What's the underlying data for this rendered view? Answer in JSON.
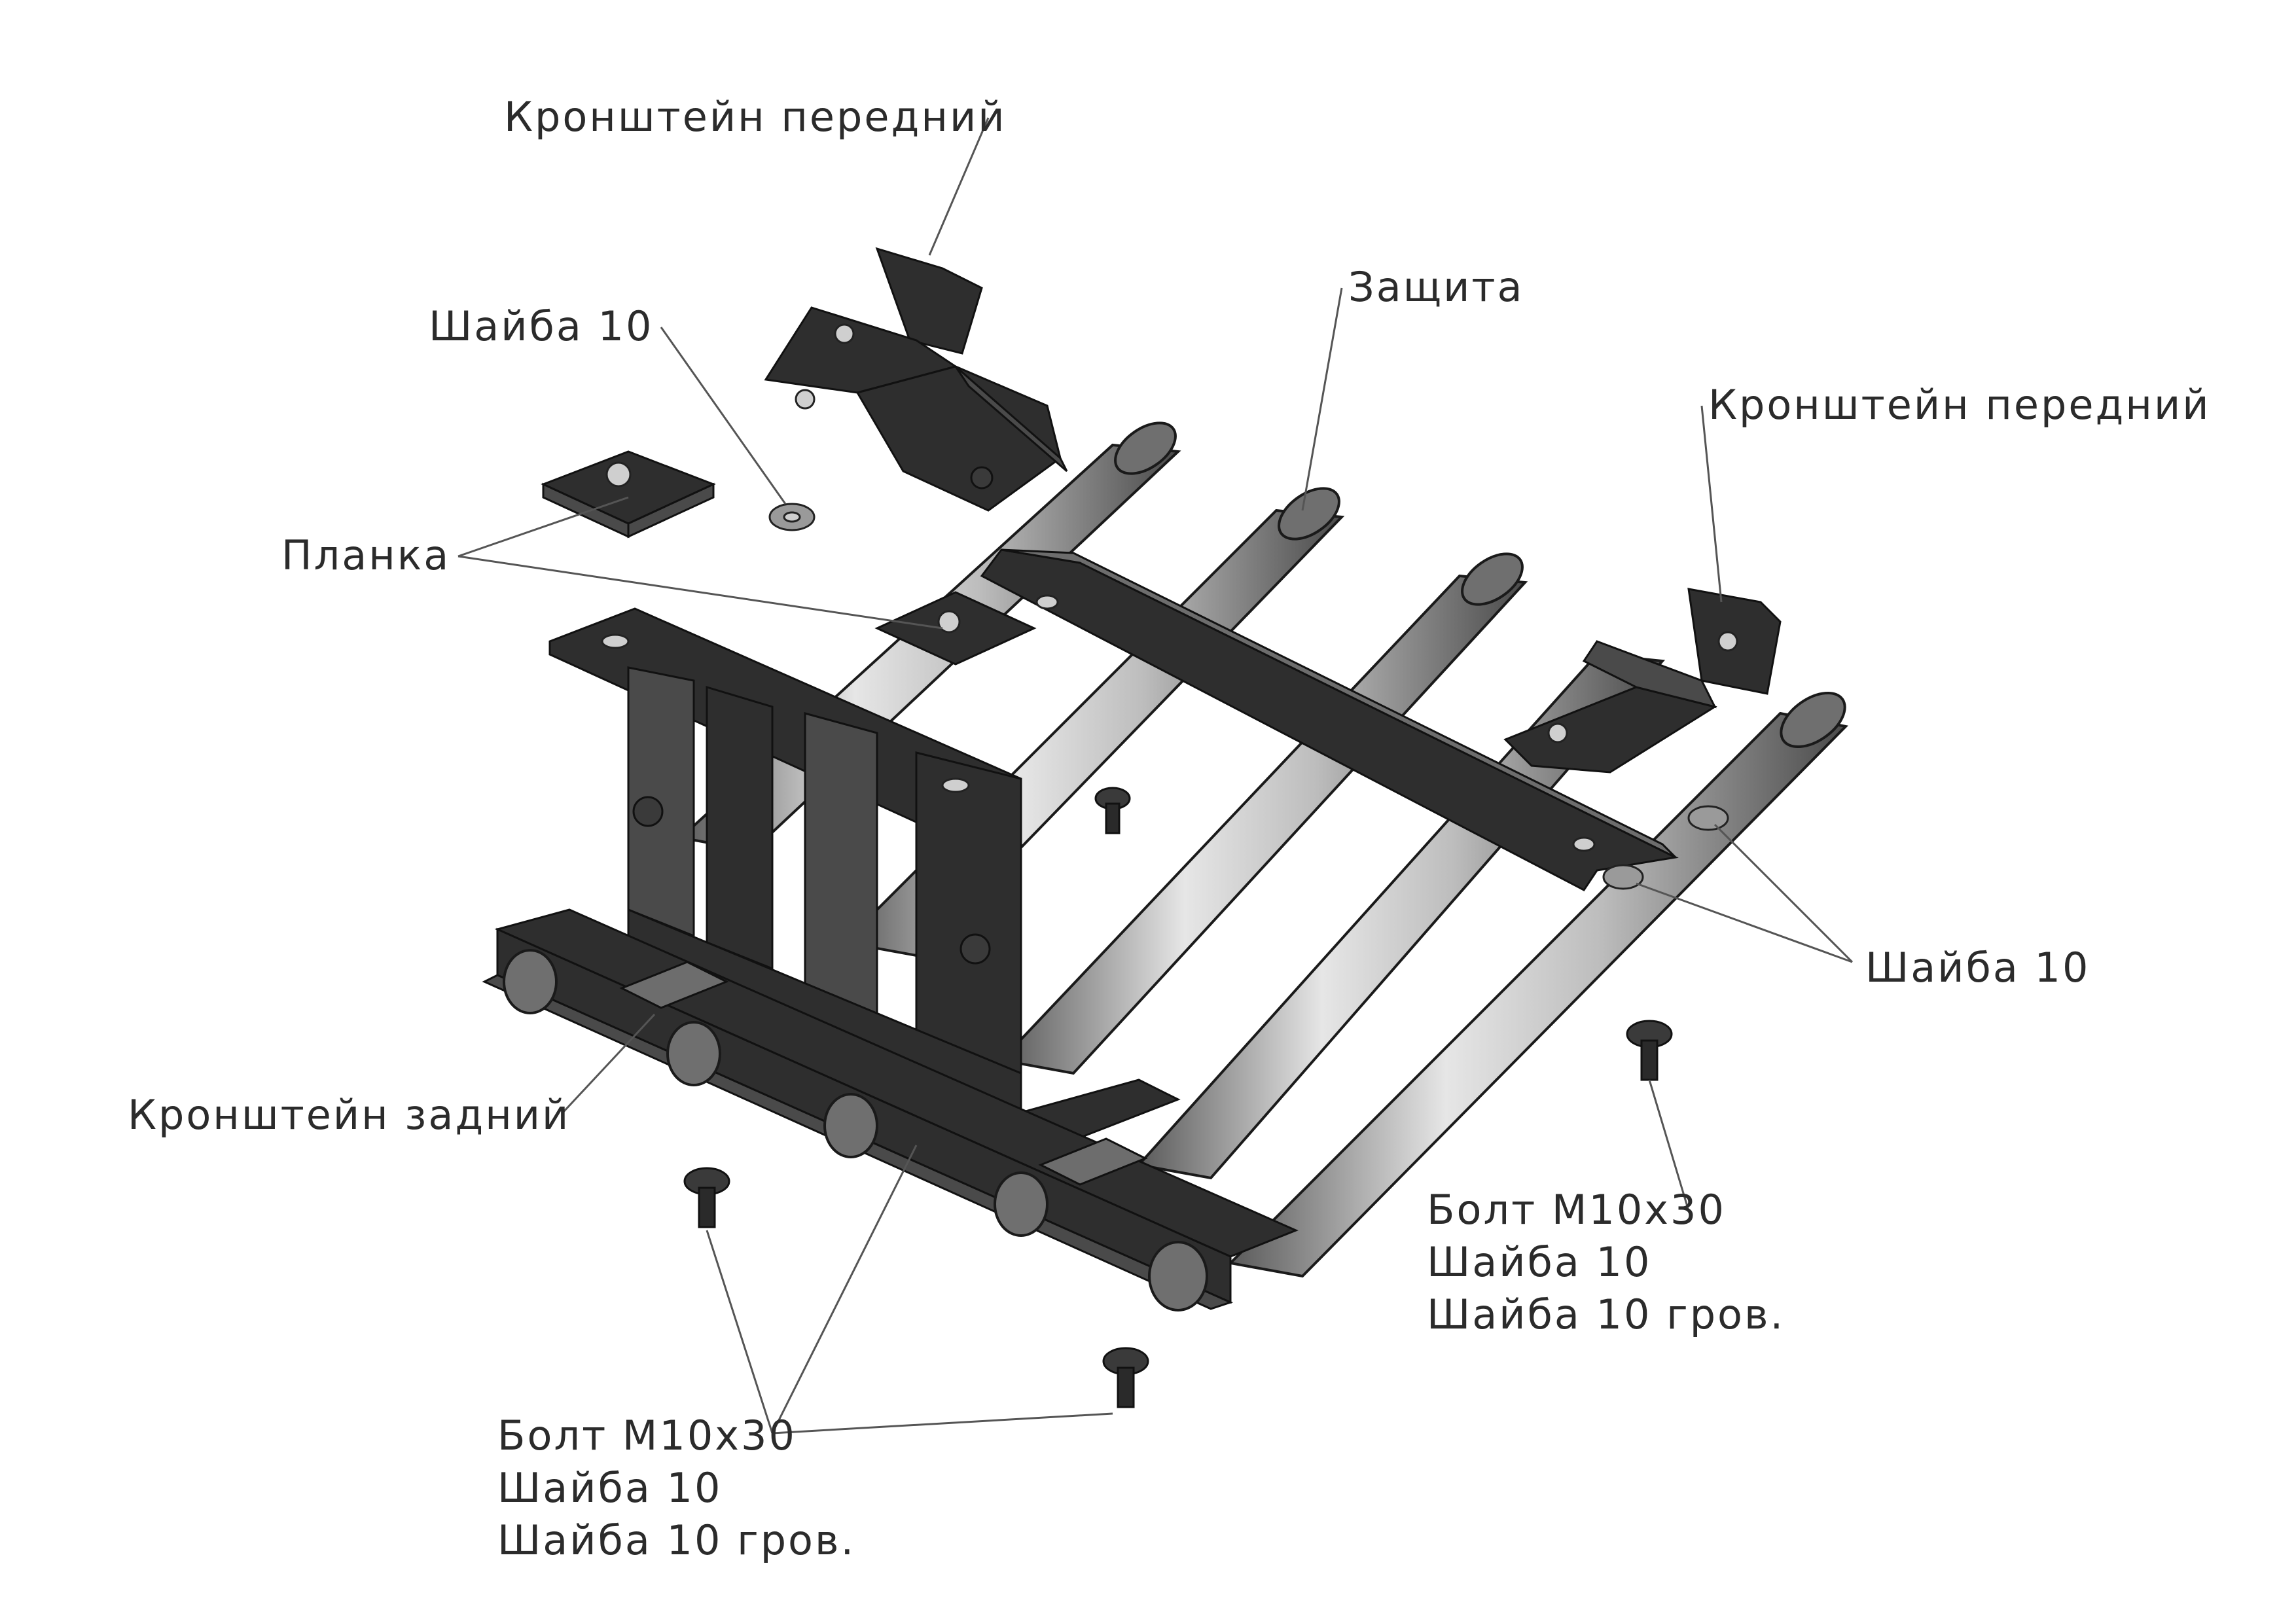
{
  "labels": {
    "bracket_front_left": "Кронштейн передний",
    "washer_top_left": "Шайба 10",
    "guard": "Защита",
    "bracket_front_right": "Кронштейн передний",
    "plate": "Планка",
    "washer_right": "Шайба 10",
    "bracket_rear": "Кронштейн задний",
    "fastener_right": {
      "line1": "Болт М10х30",
      "line2": "Шайба 10",
      "line3": "Шайба 10 гров."
    },
    "fastener_bottom": {
      "line1": "Болт М10х30",
      "line2": "Шайба 10",
      "line3": "Шайба 10 гров."
    }
  },
  "colors": {
    "background": "#ffffff",
    "text": "#2b2b2b",
    "leader": "#555555",
    "steel_dark": "#2e2e2e",
    "steel_light": "#cfcfcf"
  }
}
